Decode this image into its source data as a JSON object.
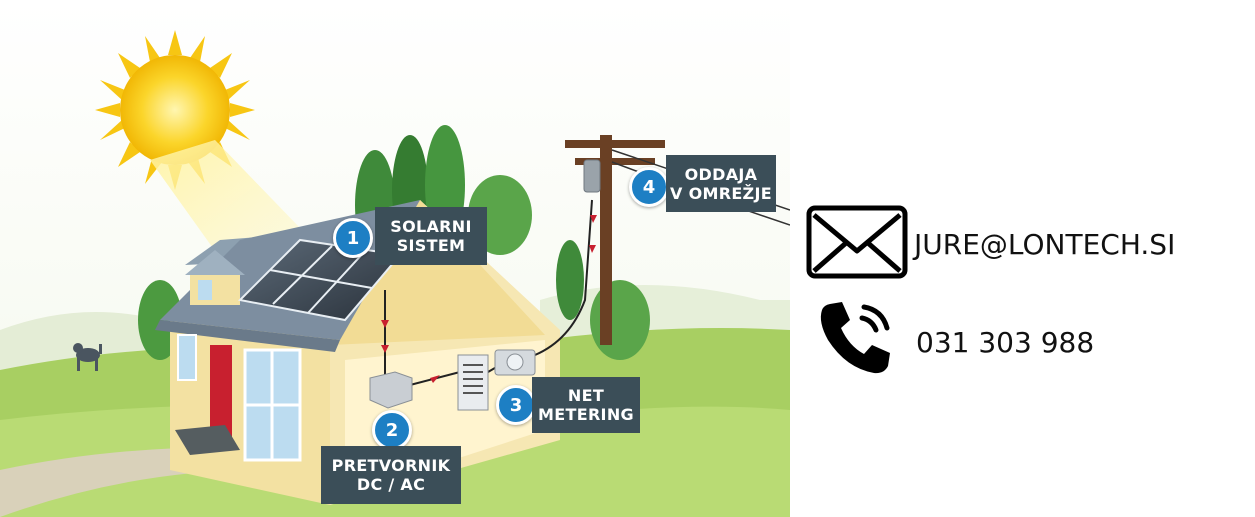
{
  "labels": {
    "step1": {
      "number": "1",
      "line1": "SOLARNI",
      "line2": "SISTEM"
    },
    "step2": {
      "number": "2",
      "line1": "PRETVORNIK",
      "line2": "DC / AC"
    },
    "step3": {
      "number": "3",
      "line1": "NET",
      "line2": "METERING"
    },
    "step4": {
      "number": "4",
      "line1": "ODDAJA",
      "line2": "V OMREŽJE"
    }
  },
  "contact": {
    "email": "JURE@LONTECH.SI",
    "phone": "031 303 988",
    "email_icon": "envelope-icon",
    "phone_icon": "phone-icon"
  },
  "colors": {
    "label_bg": "#3b4e58",
    "badge": "#1d7fc4",
    "sun": "#f7c613",
    "roof": "#7d8ea0",
    "wall": "#f3e1a2",
    "grass": "#a8cf62"
  }
}
